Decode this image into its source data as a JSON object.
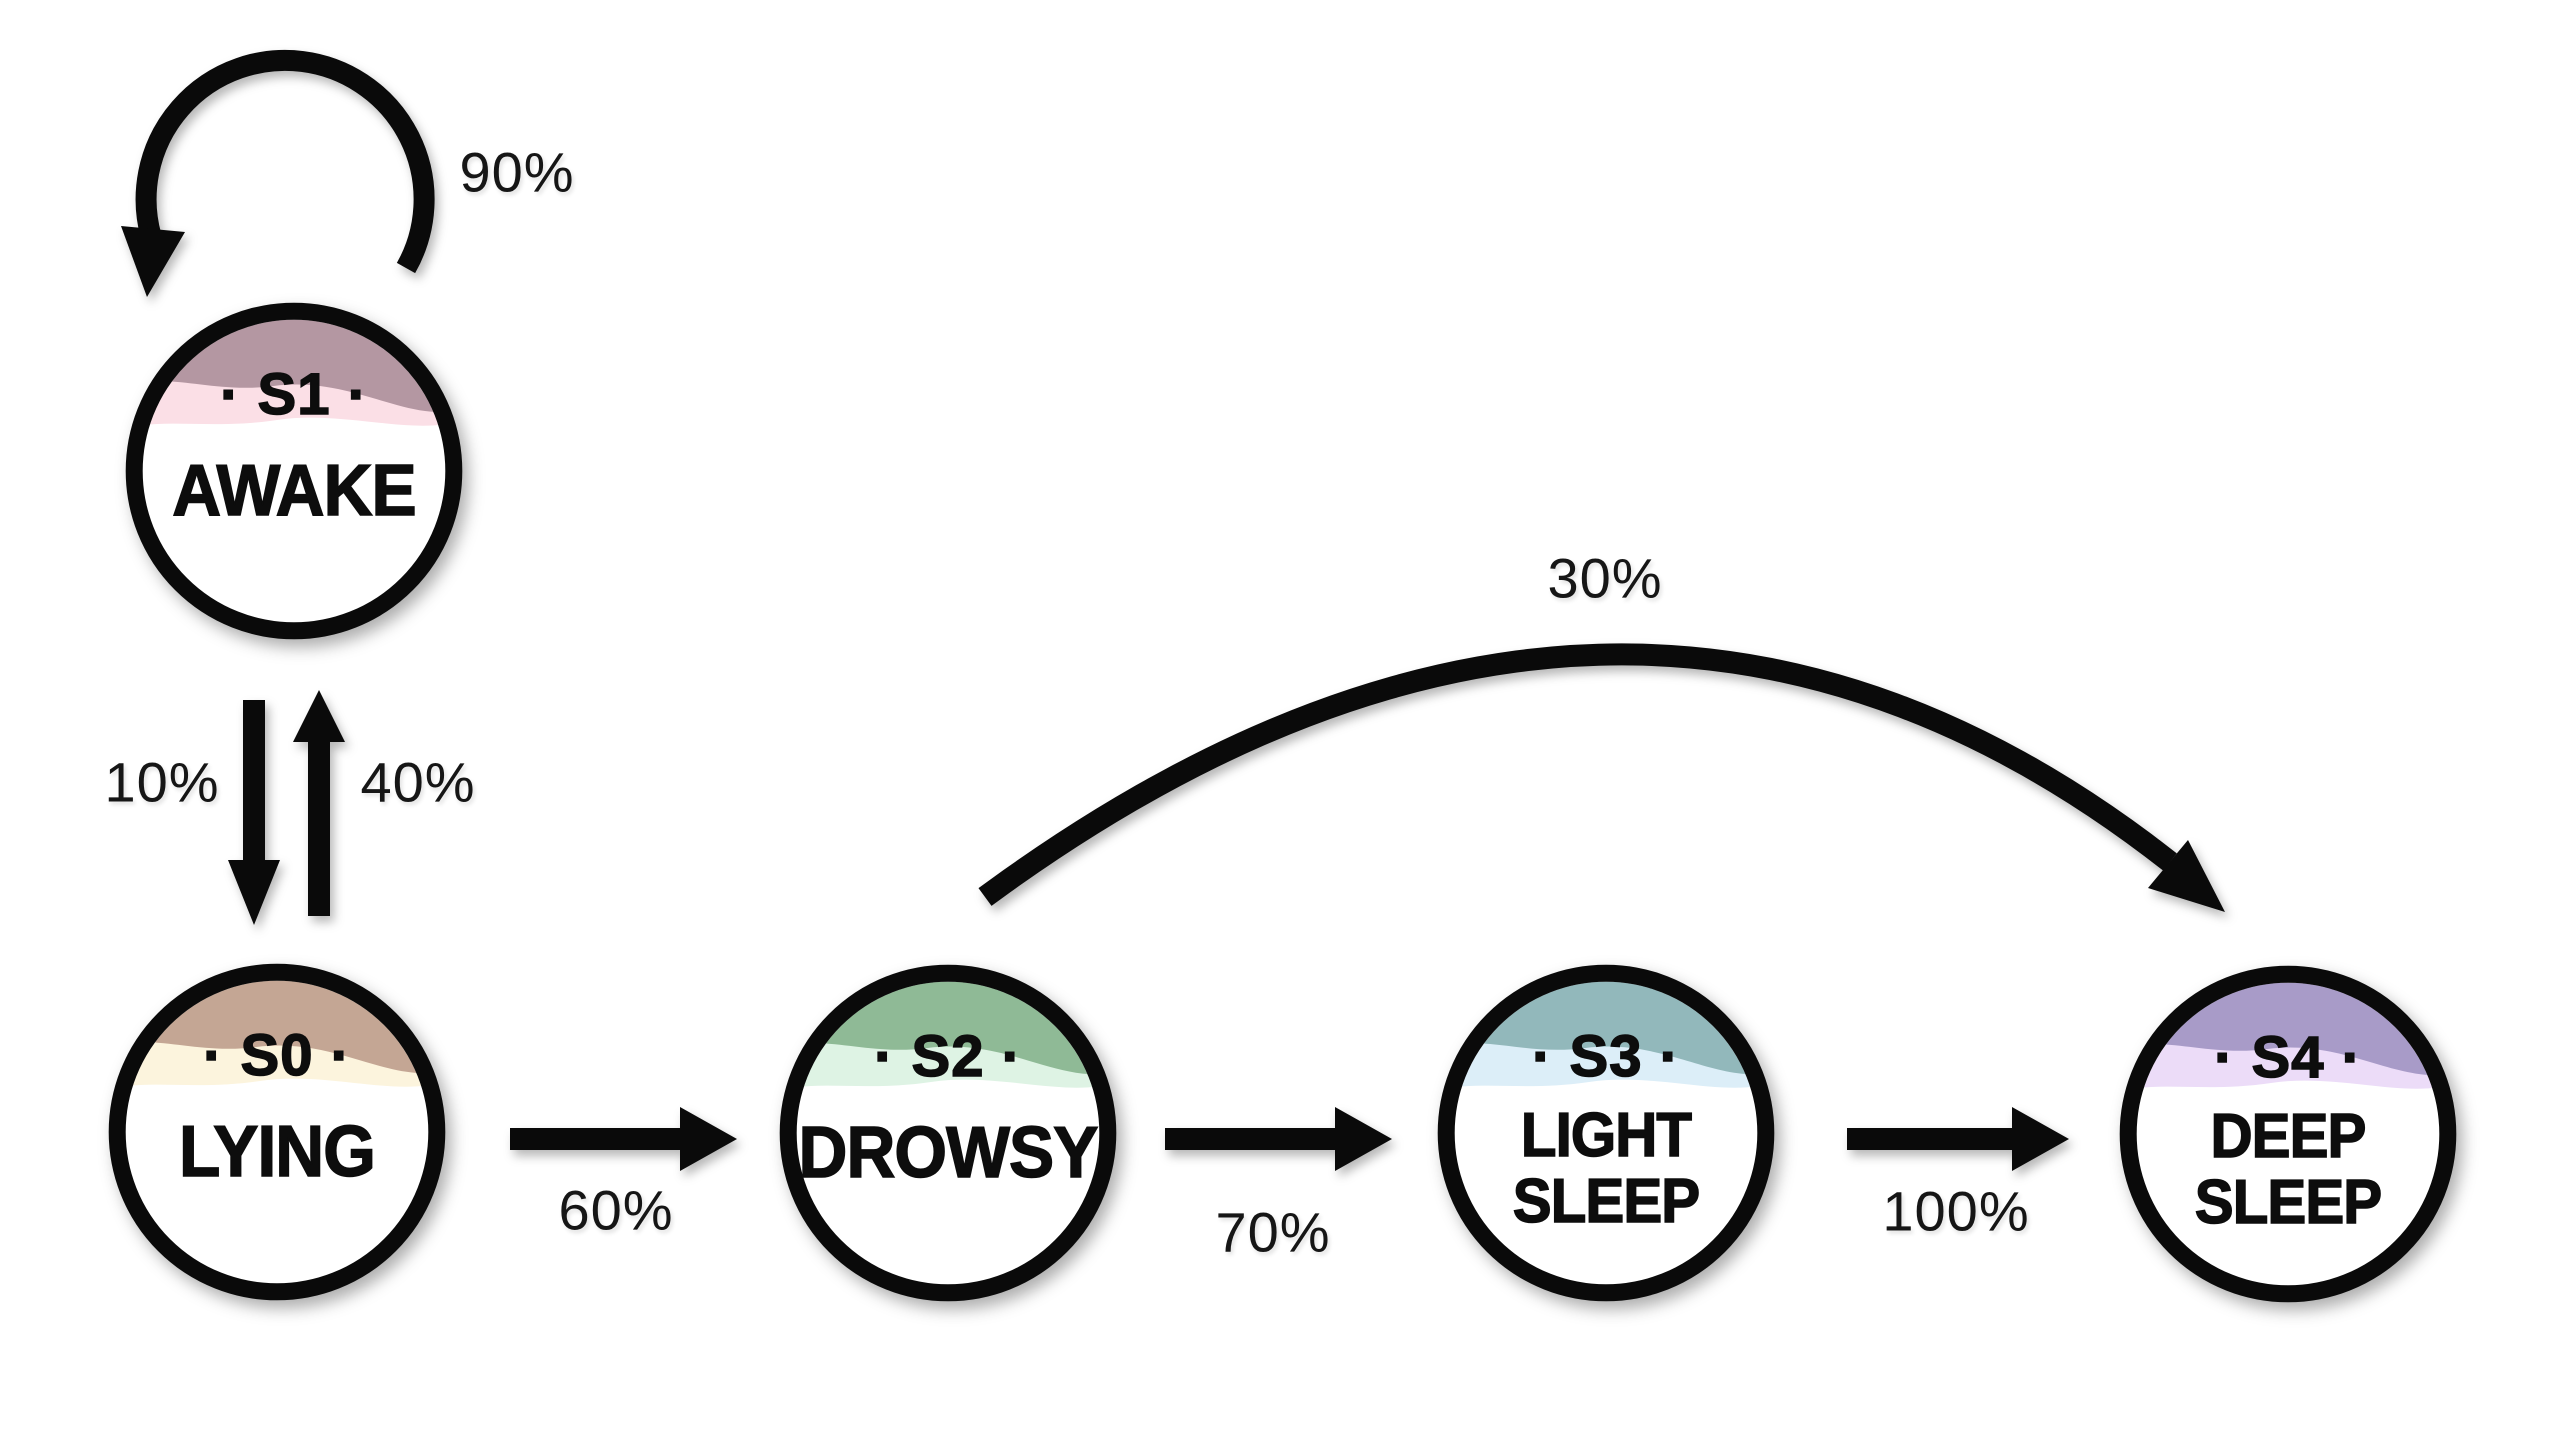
{
  "diagram": {
    "type": "state-transition-diagram",
    "background": "#ffffff",
    "stroke_color": "#0a0a0a"
  },
  "nodes": [
    {
      "id": "S1",
      "label": "· S1 ·",
      "name": "AWAKE",
      "colors": {
        "dark": "#2b2b2b",
        "mid": "#b497a2",
        "light": "#fbdfe6",
        "base": "#ffffff"
      }
    },
    {
      "id": "S0",
      "label": "· S0 ·",
      "name": "LYING",
      "colors": {
        "dark": "#2b2b2b",
        "mid": "#c4a694",
        "light": "#fcf4dd",
        "base": "#ffffff"
      }
    },
    {
      "id": "S2",
      "label": "· S2 ·",
      "name": "DROWSY",
      "colors": {
        "dark": "#2b2b2b",
        "mid": "#8fba96",
        "light": "#def3e4",
        "base": "#ffffff"
      }
    },
    {
      "id": "S3",
      "label": "· S3 ·",
      "name": "LIGHT\nSLEEP",
      "colors": {
        "dark": "#2b2b2b",
        "mid": "#92b8bb",
        "light": "#dceef8",
        "base": "#ffffff"
      }
    },
    {
      "id": "S4",
      "label": "· S4 ·",
      "name": "DEEP\nSLEEP",
      "colors": {
        "dark": "#2b2b2b",
        "mid": "#a89bc8",
        "light": "#ecdcf8",
        "base": "#ffffff"
      }
    }
  ],
  "transitions": [
    {
      "from": "S1",
      "to": "S1",
      "label": "90%",
      "shape": "self-loop"
    },
    {
      "from": "S1",
      "to": "S0",
      "label": "10%",
      "shape": "straight-down"
    },
    {
      "from": "S0",
      "to": "S1",
      "label": "40%",
      "shape": "straight-up"
    },
    {
      "from": "S0",
      "to": "S2",
      "label": "60%",
      "shape": "straight-right"
    },
    {
      "from": "S2",
      "to": "S3",
      "label": "70%",
      "shape": "straight-right"
    },
    {
      "from": "S3",
      "to": "S4",
      "label": "100%",
      "shape": "straight-right"
    },
    {
      "from": "S2",
      "to": "S4",
      "label": "30%",
      "shape": "arc-over"
    }
  ]
}
